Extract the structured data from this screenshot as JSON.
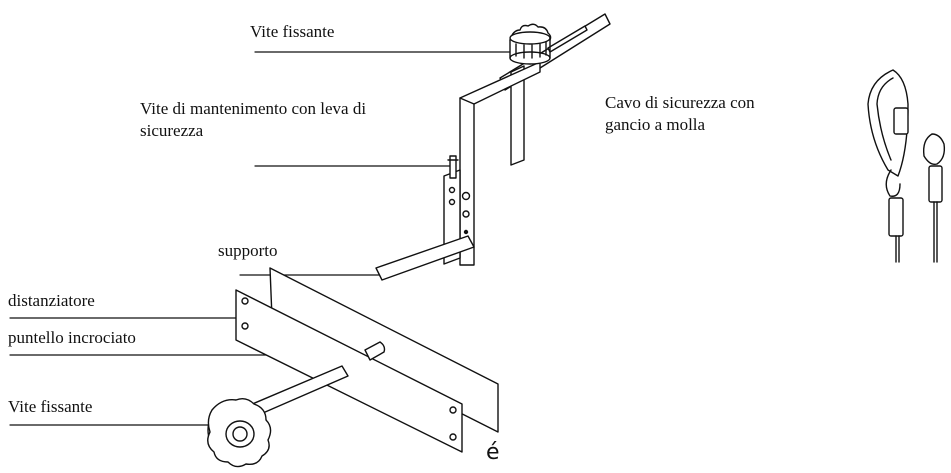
{
  "labels": {
    "vite_fissante_top": "Vite fissante",
    "vite_mantenimento": "Vite di mantenimento con leva di\nsicurezza",
    "supporto": "supporto",
    "distanziatore": "distanziatore",
    "puntello_incrociato": "puntello incrociato",
    "vite_fissante_bottom": "Vite fissante",
    "cavo_sicurezza": "Cavo di sicurezza con\ngancio a molla",
    "glyph": "é"
  },
  "colors": {
    "ink": "#111111",
    "background": "#ffffff"
  }
}
